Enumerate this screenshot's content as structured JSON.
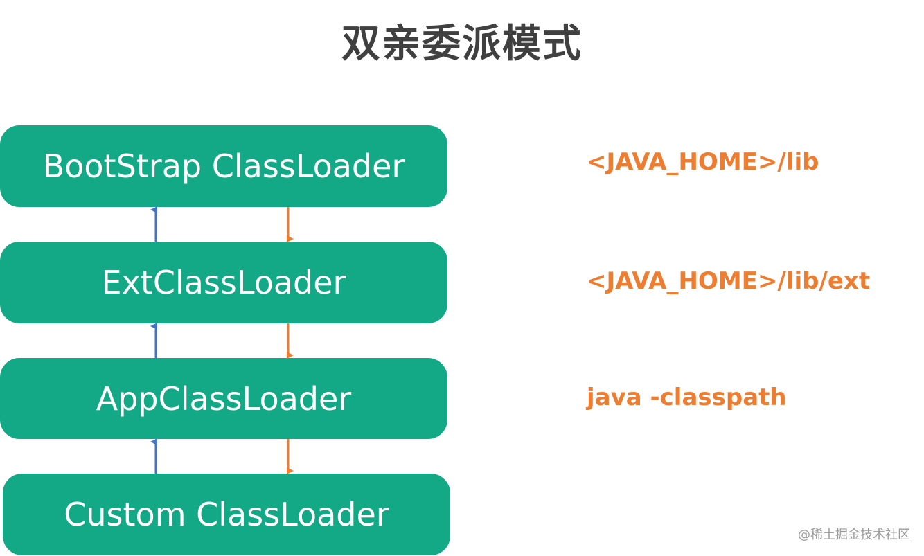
{
  "title": "双亲委派模式",
  "loaders": [
    {
      "label": "BootStrap ClassLoader",
      "path": "<JAVA_HOME>/lib"
    },
    {
      "label": "ExtClassLoader",
      "path": "<JAVA_HOME>/lib/ext"
    },
    {
      "label": "AppClassLoader",
      "path": "java -classpath"
    },
    {
      "label": "Custom ClassLoader"
    }
  ],
  "watermark": "@稀土掘金技术社区",
  "colors": {
    "box": "#13a986",
    "box_text": "#ffffff",
    "path_text": "#ed7d31",
    "up_arrow": "#4472c4",
    "down_arrow": "#ed7d31",
    "title": "#404040"
  }
}
